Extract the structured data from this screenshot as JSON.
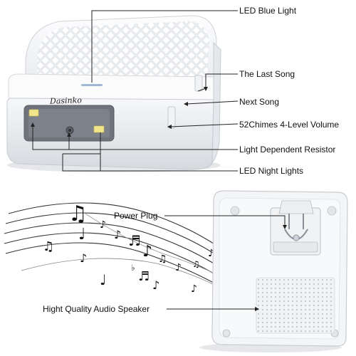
{
  "brand": "Dasinko",
  "labels": {
    "led_blue_light": "LED Blue Light",
    "last_song": "The Last Song",
    "next_song": "Next Song",
    "volume": "52Chimes 4-Level Volume",
    "ldr": "Light Dependent Resistor",
    "night_lights": "LED Night Lights",
    "power_plug": "Power Plug",
    "speaker": "Hight Quality Audio Speaker"
  },
  "colors": {
    "device_body": "#f4f5f7",
    "device_shadow": "#c9ccd2",
    "callout_line": "#222222",
    "night_light": "#f2e48a",
    "blue_led": "#9fb7d6"
  },
  "icons": [
    "music-notes-decoration",
    "speaker-grille",
    "plug-hook",
    "light-sensor"
  ]
}
